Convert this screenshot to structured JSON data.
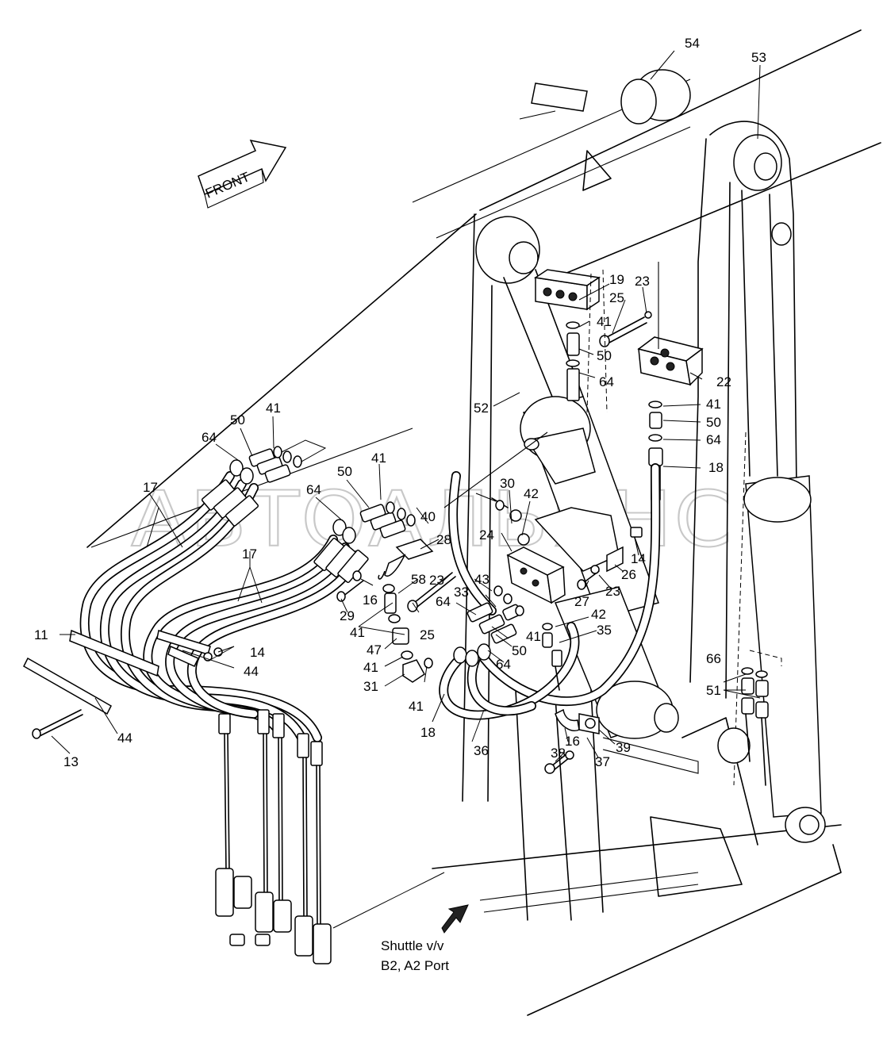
{
  "watermark": "АВТОАЛЬЯНС",
  "front_label": "FRONT",
  "note": {
    "line1": "Shuttle v/v",
    "line2": "B2, A2 Port"
  },
  "callouts": {
    "c54": "54",
    "c53": "53",
    "c19": "19",
    "c23a": "23",
    "c25a": "25",
    "c41a": "41",
    "c50a": "50",
    "c64a": "64",
    "c22": "22",
    "c41b": "41",
    "c50b": "50",
    "c64b": "64",
    "c18a": "18",
    "c52": "52",
    "c50c": "50",
    "c41c": "41",
    "c64c": "64",
    "c17a": "17",
    "c41d": "41",
    "c50d": "50",
    "c64d": "64",
    "c40": "40",
    "c28": "28",
    "c30": "30",
    "c42a": "42",
    "c24": "24",
    "c14a": "14",
    "c26": "26",
    "c23b": "23",
    "c17b": "17",
    "c16a": "16",
    "c58": "58",
    "c23c": "23",
    "c43": "43",
    "c33": "33",
    "c64e": "64",
    "c27": "27",
    "c42b": "42",
    "c35": "35",
    "c29": "29",
    "c41e": "41",
    "c25b": "25",
    "c41f": "41",
    "c50e": "50",
    "c64f": "64",
    "c11": "11",
    "c14b": "14",
    "c44a": "44",
    "c47": "47",
    "c41g": "41",
    "c31": "31",
    "c41h": "41",
    "c18b": "18",
    "c36": "36",
    "c66": "66",
    "c51": "51",
    "c16b": "16",
    "c38": "38",
    "c37": "37",
    "c39": "39",
    "c44b": "44",
    "c13": "13"
  }
}
